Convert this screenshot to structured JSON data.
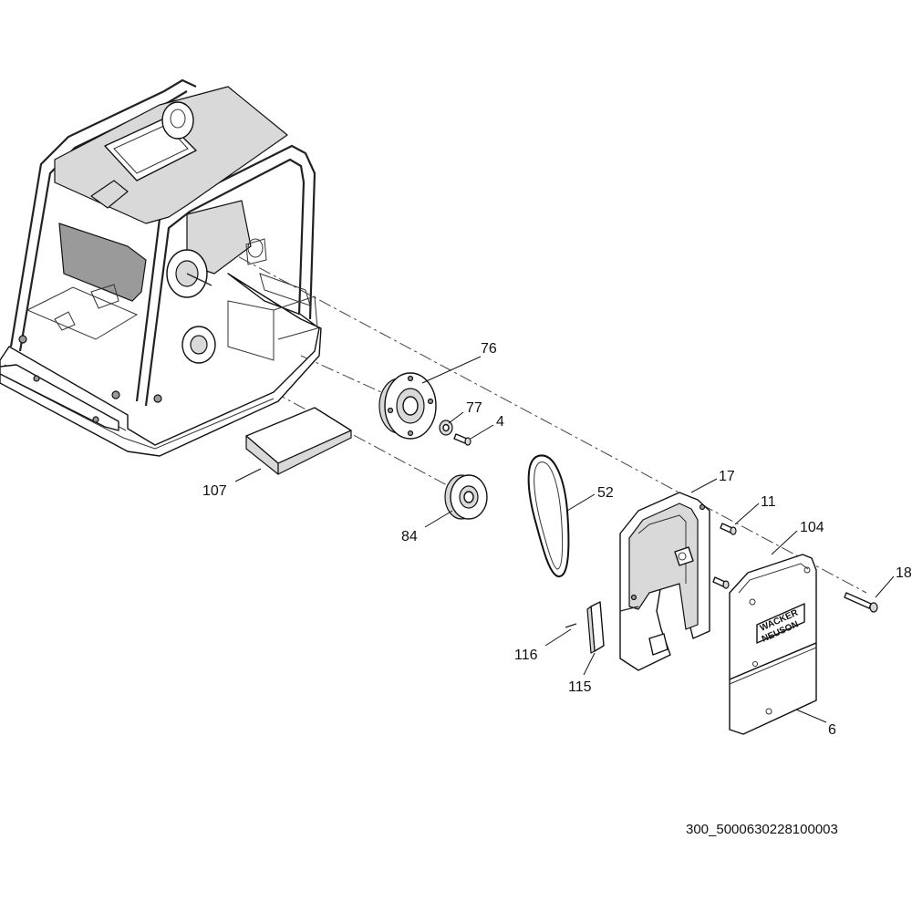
{
  "callouts": {
    "p76": "76",
    "p77": "77",
    "p4": "4",
    "p107": "107",
    "p52": "52",
    "p17": "17",
    "p11": "11",
    "p104": "104",
    "p18": "18",
    "p84": "84",
    "p116": "116",
    "p115": "115",
    "p6": "6"
  },
  "cover_logo": {
    "line1": "WACKER",
    "line2": "NEUSON"
  },
  "document_id": "300_5000630228100003"
}
